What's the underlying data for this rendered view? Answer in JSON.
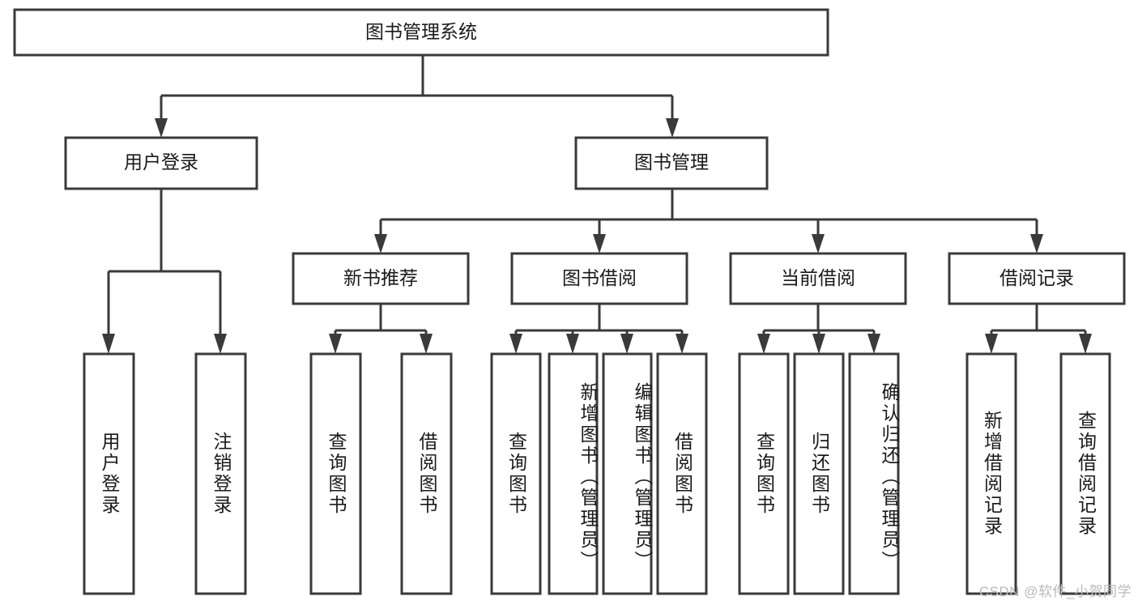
{
  "diagram": {
    "type": "hierarchy-tree",
    "title": "图书管理系统",
    "watermark": "CSDN @软件_小贺同学",
    "colors": {
      "stroke": "#3a3a3a",
      "fill": "#ffffff",
      "text": "#1a1a1a",
      "watermark": "#b9b9b9"
    },
    "nodes": {
      "root": {
        "label": "图书管理系统"
      },
      "level2": [
        {
          "label": "用户登录"
        },
        {
          "label": "图书管理"
        }
      ],
      "level3": [
        {
          "label": "新书推荐"
        },
        {
          "label": "图书借阅"
        },
        {
          "label": "当前借阅"
        },
        {
          "label": "借阅记录"
        }
      ],
      "leaves_user_login": [
        {
          "label": "用户登录"
        },
        {
          "label": "注销登录"
        }
      ],
      "leaves_new_book": [
        {
          "label": "查询图书"
        },
        {
          "label": "借阅图书"
        }
      ],
      "leaves_borrow": [
        {
          "label": "查询图书"
        },
        {
          "label": "新增图书（管理员）"
        },
        {
          "label": "编辑图书（管理员）"
        },
        {
          "label": "借阅图书"
        }
      ],
      "leaves_current": [
        {
          "label": "查询图书"
        },
        {
          "label": "归还图书"
        },
        {
          "label": "确认归还（管理员）"
        }
      ],
      "leaves_records": [
        {
          "label": "新增借阅记录"
        },
        {
          "label": "查询借阅记录"
        }
      ]
    }
  }
}
